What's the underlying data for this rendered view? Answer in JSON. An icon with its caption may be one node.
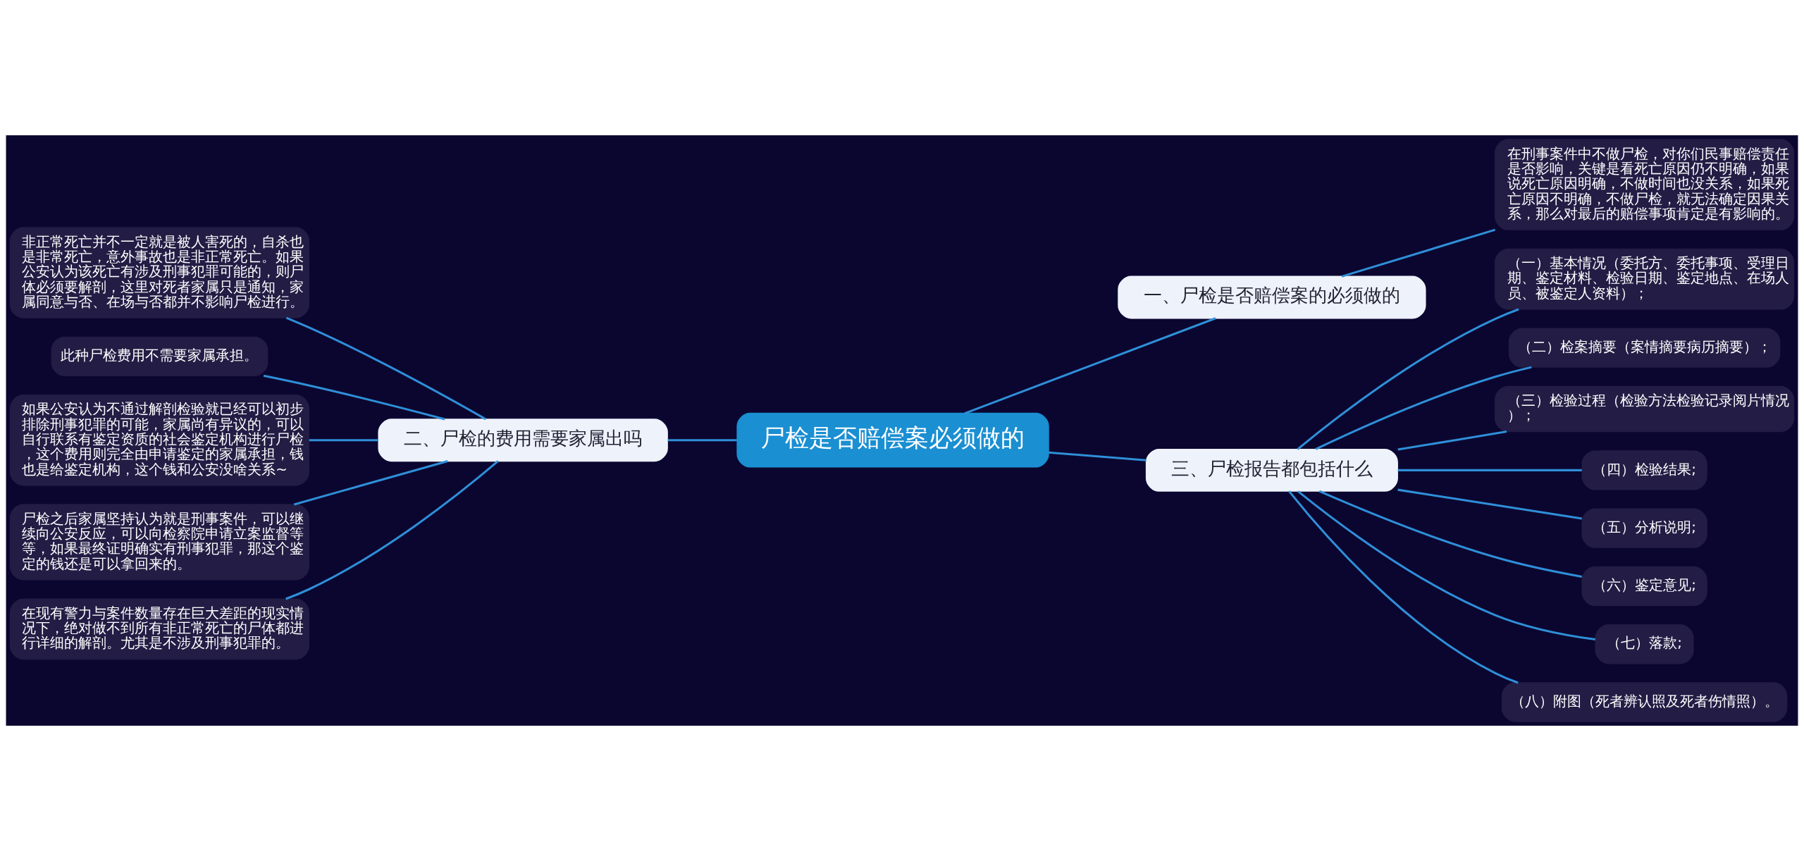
{
  "diagram": {
    "nodes": [
      {
        "text": [
          "尸检是否赔偿案必须做的"
        ]
      },
      {
        "text": [
          "一、尸检是否赔偿案的必须做的"
        ]
      },
      {
        "text": [
          "在刑事案件中不做尸检，对你们民事赔偿责任是否影响，关键是看死亡原因仍不明确，如果说死亡原因明确，不做时间也没关系，如果死亡原因不明确，不做尸检，就无法确定因果关系，那么对最后的赔偿事项肯定是有影响的。"
        ]
      },
      {
        "text": [
          "三、尸检报告都包括什么"
        ]
      },
      {
        "text": [
          "（一）基本情况（委托方、委托事项、受理日期、鉴定材料、检验日期、鉴定地点、在场人员、被鉴定人资料）；"
        ]
      },
      {
        "text": [
          "（二）检案摘要（案情摘要病历摘要）；"
        ]
      },
      {
        "text": [
          "（三）检验过程（检验方法检验记录阅片情况）；"
        ]
      },
      {
        "text": [
          "（四）检验结果;"
        ]
      },
      {
        "text": [
          "（五）分析说明;"
        ]
      },
      {
        "text": [
          "（六）鉴定意见;"
        ]
      },
      {
        "text": [
          "（七）落款;"
        ]
      },
      {
        "text": [
          "（八）附图（死者辨认照及死者伤情照）。"
        ]
      },
      {
        "text": [
          "二、尸检的费用需要家属出吗"
        ]
      },
      {
        "text": [
          "非正常死亡并不一定就是被人害死的，自杀也是非常死亡，意外事故也是非正常死亡。如果公安认为该死亡有涉及刑事犯罪可能的，则尸体必须要解剖，这里对死者家属只是通知，家属同意与否、在场与否都并不影响尸检进行。"
        ]
      },
      {
        "text": [
          "此种尸检费用不需要家属承担。"
        ]
      },
      {
        "text": [
          "如果公安认为不通过解剖检验就已经可以初步排除刑事犯罪的可能，家属尚有异议的，可以自行联系有鉴定资质的社会鉴定机构进行尸检，这个费用则完全由申请鉴定的家属承担，钱也是给鉴定机构，这个钱和公安没啥关系~"
        ]
      },
      {
        "text": [
          "尸检之后家属坚持认为就是刑事案件，可以继续向公安反应，可以向检察院申请立案监督等等，如果最终证明确实有刑事犯罪，那这个鉴定的钱还是可以拿回来的。"
        ]
      },
      {
        "text": [
          "在现有警力与案件数量存在巨大差距的现实情况下，绝对做不到所有非正常死亡的尸体都进行详细的解剖。尤其是不涉及刑事犯罪的。"
        ]
      }
    ],
    "edges": [
      {
        "from": 0,
        "to": 1,
        "arrow": "none"
      },
      {
        "from": 1,
        "to": 2,
        "arrow": "none"
      },
      {
        "from": 0,
        "to": 3,
        "arrow": "none"
      },
      {
        "from": 3,
        "to": 4,
        "arrow": "none"
      },
      {
        "from": 3,
        "to": 5,
        "arrow": "none"
      },
      {
        "from": 3,
        "to": 6,
        "arrow": "none"
      },
      {
        "from": 3,
        "to": 7,
        "arrow": "none"
      },
      {
        "from": 3,
        "to": 8,
        "arrow": "none"
      },
      {
        "from": 3,
        "to": 9,
        "arrow": "none"
      },
      {
        "from": 3,
        "to": 10,
        "arrow": "none"
      },
      {
        "from": 3,
        "to": 11,
        "arrow": "none"
      },
      {
        "from": 0,
        "to": 12,
        "arrow": "none"
      },
      {
        "from": 12,
        "to": 13,
        "arrow": "none"
      },
      {
        "from": 12,
        "to": 14,
        "arrow": "none"
      },
      {
        "from": 12,
        "to": 15,
        "arrow": "none"
      },
      {
        "from": 12,
        "to": 16,
        "arrow": "none"
      },
      {
        "from": 12,
        "to": 17,
        "arrow": "none"
      }
    ]
  }
}
